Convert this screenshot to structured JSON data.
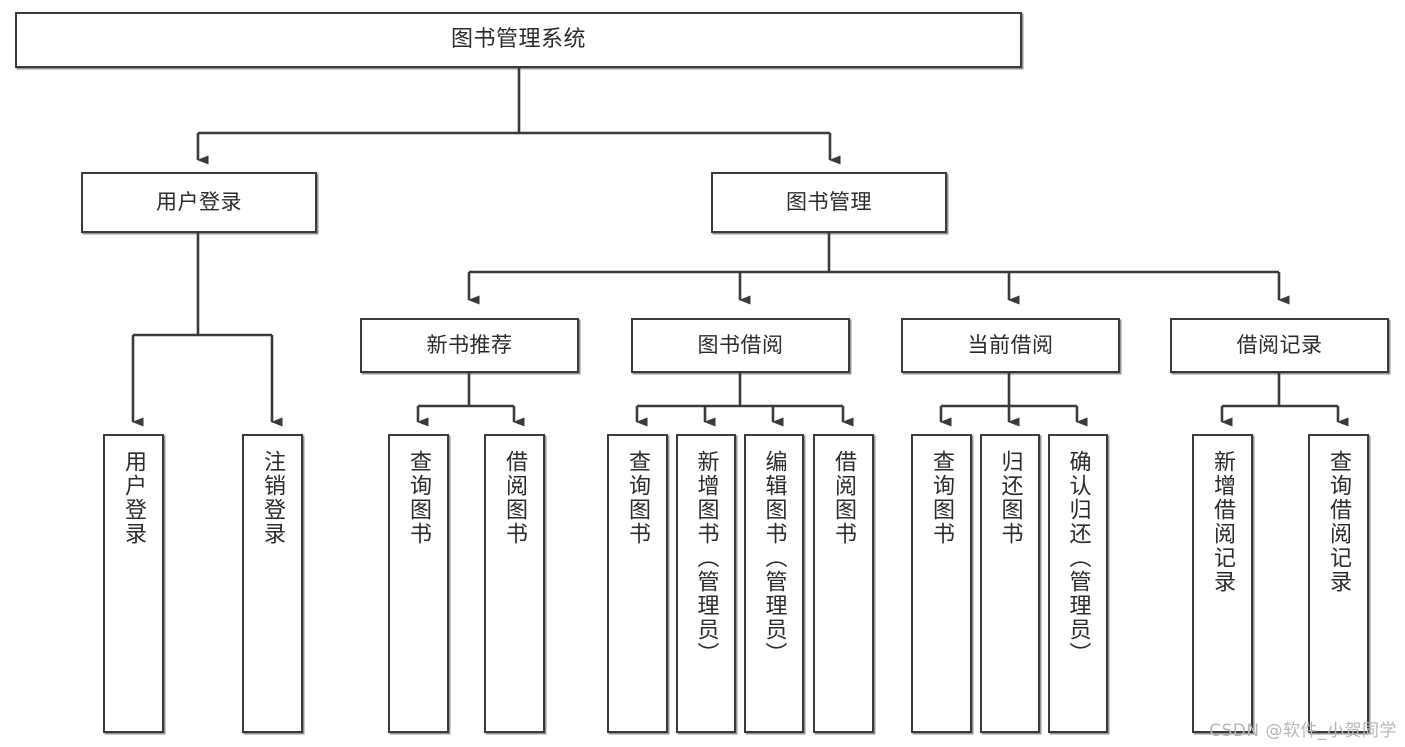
{
  "diagram": {
    "type": "hierarchy-tree",
    "title": "图书管理系统",
    "watermark": "CSDN @软件_小贺同学",
    "colors": {
      "background": "#ffffff",
      "box_border": "#3a3a3a",
      "box_fill": "#ffffff",
      "connector": "#3a3a3a",
      "text": "#2b2b2b",
      "watermark": "#b6b6b6"
    },
    "levels": {
      "root": {
        "label": "图书管理系统"
      },
      "level2": [
        {
          "label": "用户登录"
        },
        {
          "label": "图书管理"
        }
      ],
      "level3": [
        {
          "label": "新书推荐"
        },
        {
          "label": "图书借阅"
        },
        {
          "label": "当前借阅"
        },
        {
          "label": "借阅记录"
        }
      ],
      "leaves": {
        "user_login": [
          {
            "label": "用户登录"
          },
          {
            "label": "注销登录"
          }
        ],
        "new_book_recommend": [
          {
            "label": "查询图书"
          },
          {
            "label": "借阅图书"
          }
        ],
        "book_borrow": [
          {
            "label": "查询图书"
          },
          {
            "label": "新增图书（管理员）"
          },
          {
            "label": "编辑图书（管理员）"
          },
          {
            "label": "借阅图书"
          }
        ],
        "current_borrow": [
          {
            "label": "查询图书"
          },
          {
            "label": "归还图书"
          },
          {
            "label": "确认归还（管理员）"
          }
        ],
        "borrow_records": [
          {
            "label": "新增借阅记录"
          },
          {
            "label": "查询借阅记录"
          }
        ]
      }
    }
  }
}
